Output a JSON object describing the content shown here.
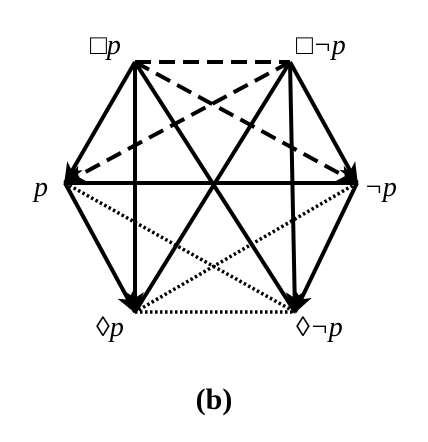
{
  "nodes": {
    "box_p": {
      "label": "□p"
    },
    "box_not_p": {
      "label": "□¬p"
    },
    "p": {
      "label": "p"
    },
    "not_p": {
      "label": "¬p"
    },
    "dia_p": {
      "label": "◊p"
    },
    "dia_not_p": {
      "label": "◊¬p"
    }
  },
  "edges": [
    {
      "from": "box_p",
      "to": "box_not_p",
      "style": "dashed",
      "arrow": false
    },
    {
      "from": "box_p",
      "to": "not_p",
      "style": "dashed",
      "arrow": true
    },
    {
      "from": "box_not_p",
      "to": "p",
      "style": "dashed",
      "arrow": true
    },
    {
      "from": "box_p",
      "to": "p",
      "style": "solid",
      "arrow": true
    },
    {
      "from": "box_p",
      "to": "dia_p",
      "style": "solid",
      "arrow": true
    },
    {
      "from": "box_p",
      "to": "dia_not_p",
      "style": "solid",
      "arrow": false
    },
    {
      "from": "box_not_p",
      "to": "not_p",
      "style": "solid",
      "arrow": true
    },
    {
      "from": "box_not_p",
      "to": "dia_not_p",
      "style": "solid",
      "arrow": true
    },
    {
      "from": "box_not_p",
      "to": "dia_p",
      "style": "solid",
      "arrow": false
    },
    {
      "from": "p",
      "to": "not_p",
      "style": "solid",
      "arrow": false
    },
    {
      "from": "p",
      "to": "dia_p",
      "style": "solid",
      "arrow": true
    },
    {
      "from": "not_p",
      "to": "dia_not_p",
      "style": "solid",
      "arrow": true
    },
    {
      "from": "p",
      "to": "dia_not_p",
      "style": "dotted",
      "arrow": false
    },
    {
      "from": "not_p",
      "to": "dia_p",
      "style": "dotted",
      "arrow": false
    },
    {
      "from": "dia_p",
      "to": "dia_not_p",
      "style": "dotted",
      "arrow": false
    }
  ],
  "caption": "(b)",
  "colors": {
    "stroke": "#000000",
    "background": "#ffffff"
  }
}
